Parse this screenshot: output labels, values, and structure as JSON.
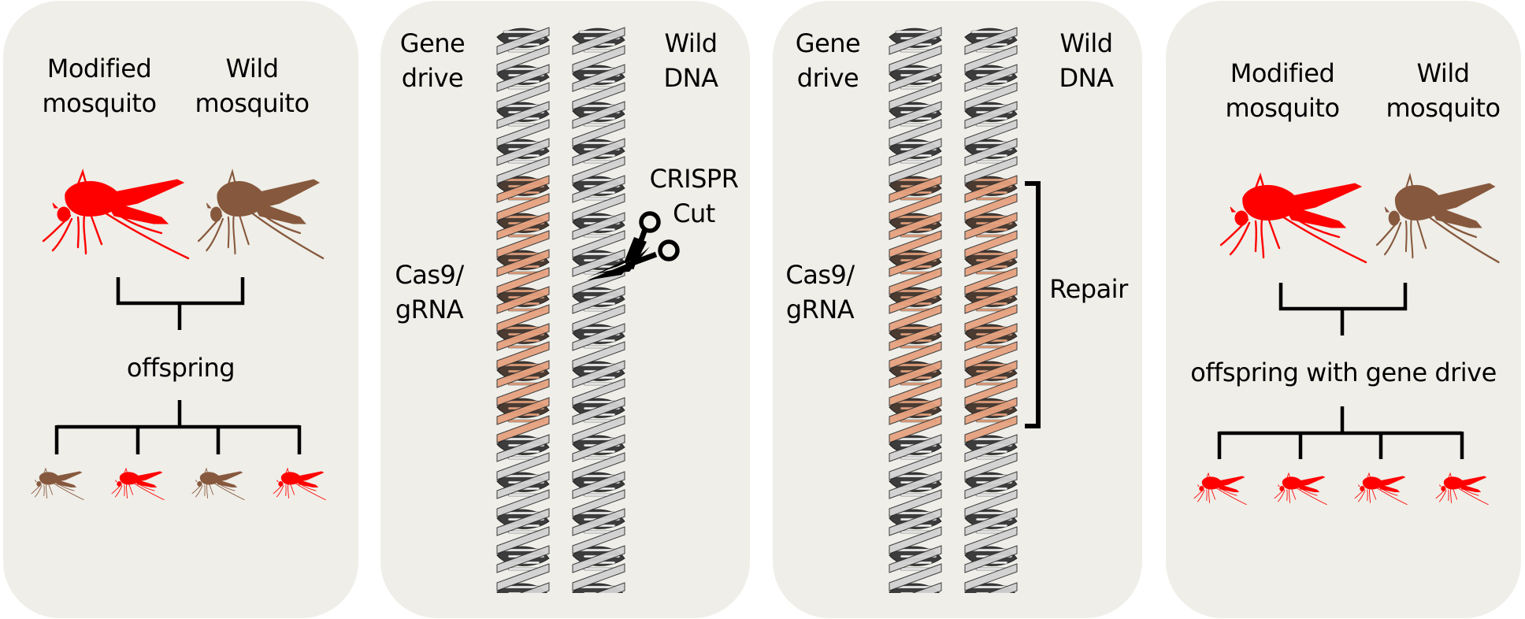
{
  "colors": {
    "panel_bg": "#efeee8",
    "modified": "#ff0000",
    "wild": "#86583d",
    "strand_light": "#d2d2d2",
    "strand_dark": "#3c3c3c",
    "strand_gene_drive": "#e6a27f",
    "line": "#000000"
  },
  "panel1": {
    "modified_label": [
      "Modified",
      "mosquito"
    ],
    "wild_label": [
      "Wild",
      "mosquito"
    ],
    "offspring_label": "offspring",
    "offspring": [
      "wild",
      "modified",
      "wild",
      "modified"
    ]
  },
  "panel2": {
    "gene_drive_label": [
      "Gene",
      "drive"
    ],
    "wild_dna_label": [
      "Wild",
      "DNA"
    ],
    "crispr_label": [
      "CRISPR",
      "Cut"
    ],
    "cas9_label": [
      "Cas9/",
      "gRNA"
    ],
    "left_helix_insert": true,
    "right_helix_insert": false,
    "scissors_icon": "scissors-icon"
  },
  "panel3": {
    "gene_drive_label": [
      "Gene",
      "drive"
    ],
    "wild_dna_label": [
      "Wild",
      "DNA"
    ],
    "cas9_label": [
      "Cas9/",
      "gRNA"
    ],
    "repair_label": "Repair",
    "left_helix_insert": true,
    "right_helix_insert": true
  },
  "panel4": {
    "modified_label": [
      "Modified",
      "mosquito"
    ],
    "wild_label": [
      "Wild",
      "mosquito"
    ],
    "offspring_label": "offspring with gene drive",
    "offspring": [
      "modified",
      "modified",
      "modified",
      "modified"
    ]
  }
}
